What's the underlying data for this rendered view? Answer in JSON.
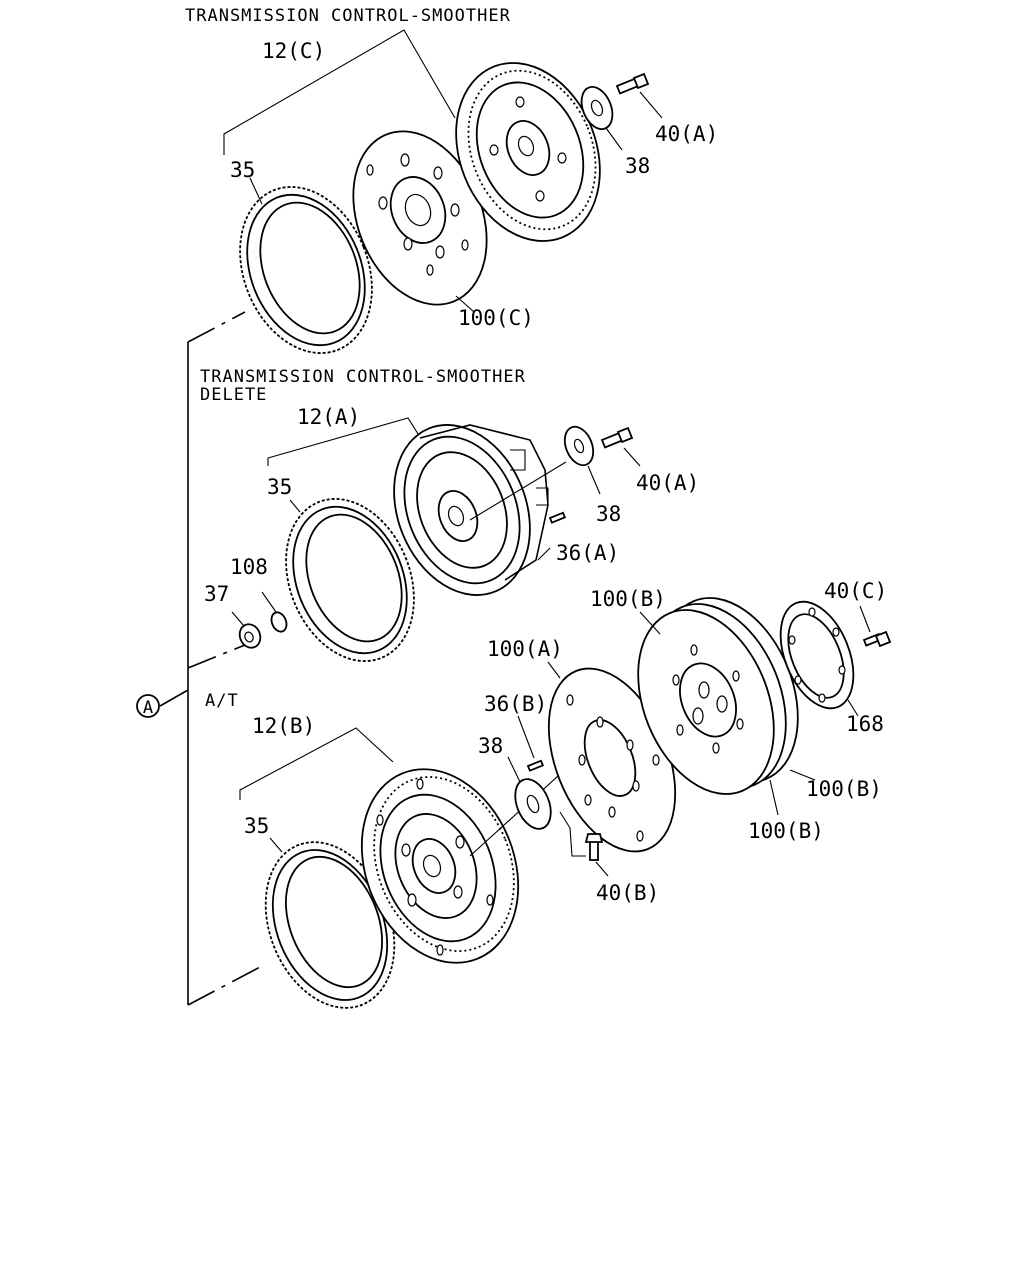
{
  "headers": {
    "smoother": "TRANSMISSION CONTROL-SMOOTHER",
    "delete_line1": "TRANSMISSION CONTROL-SMOOTHER",
    "delete_line2": "DELETE",
    "at": "A/T"
  },
  "ref_circle": "A",
  "labels": {
    "l_12c": "12(C)",
    "l_35_top": "35",
    "l_40a_top": "40(A)",
    "l_38_top": "38",
    "l_100c": "100(C)",
    "l_12a": "12(A)",
    "l_35_mid": "35",
    "l_38_mid": "38",
    "l_40a_mid": "40(A)",
    "l_36a": "36(A)",
    "l_108": "108",
    "l_37": "37",
    "l_100b_top": "100(B)",
    "l_40c": "40(C)",
    "l_100a": "100(A)",
    "l_36b": "36(B)",
    "l_38_bot": "38",
    "l_168": "168",
    "l_12b": "12(B)",
    "l_35_bot": "35",
    "l_100b_right": "100(B)",
    "l_100b_low": "100(B)",
    "l_40b": "40(B)"
  }
}
